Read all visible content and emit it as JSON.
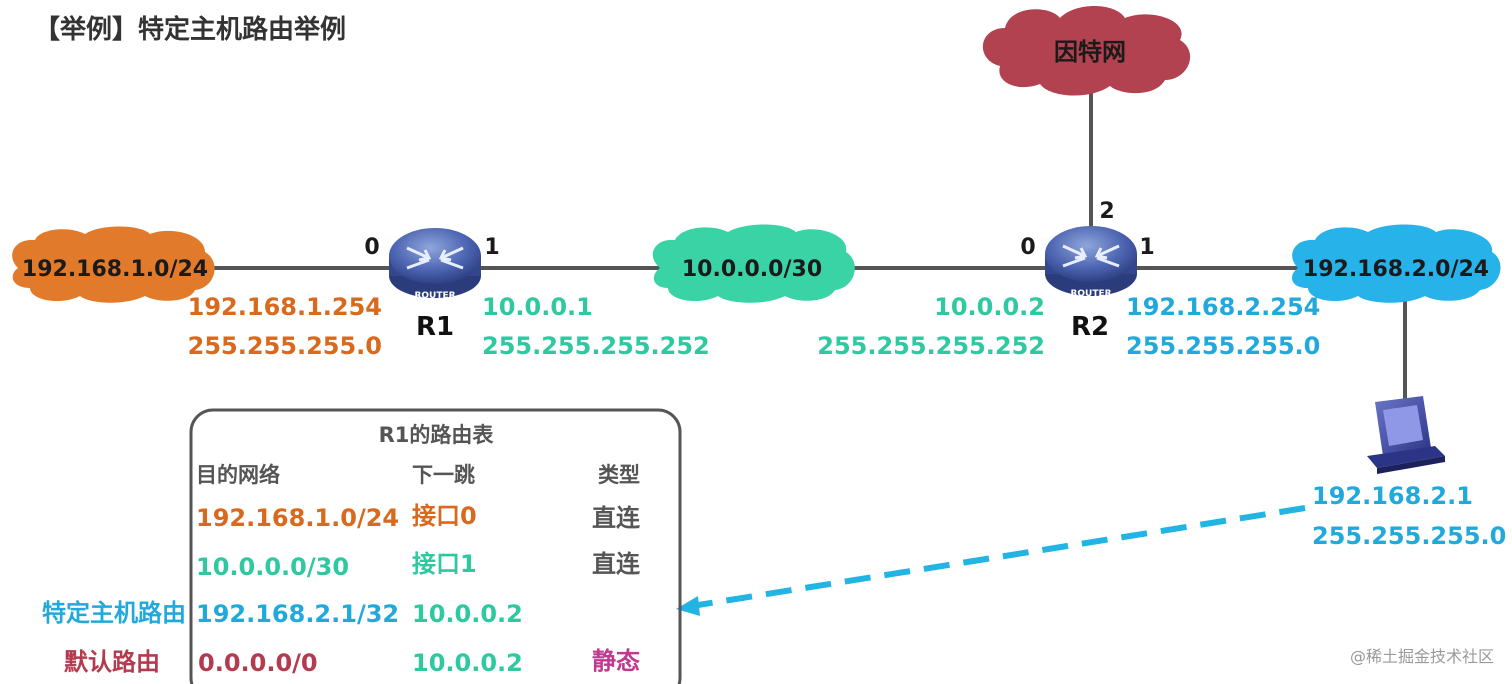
{
  "title": "【举例】特定主机路由举例",
  "internet_label": "因特网",
  "networks": {
    "left": "192.168.1.0/24",
    "middle": "10.0.0.0/30",
    "right": "192.168.2.0/24"
  },
  "r1": {
    "name": "R1",
    "device_text": "ROUTER",
    "port0": "0",
    "port1": "1",
    "if0_ip": "192.168.1.254",
    "if0_mask": "255.255.255.0",
    "if1_ip": "10.0.0.1",
    "if1_mask": "255.255.255.252"
  },
  "r2": {
    "name": "R2",
    "device_text": "ROUTER",
    "port0": "0",
    "port1": "1",
    "port2": "2",
    "if0_ip": "10.0.0.2",
    "if0_mask": "255.255.255.252",
    "if1_ip": "192.168.2.254",
    "if1_mask": "255.255.255.0"
  },
  "host": {
    "ip": "192.168.2.1",
    "mask": "255.255.255.0"
  },
  "routing_table": {
    "title": "R1的路由表",
    "headers": [
      "目的网络",
      "下一跳",
      "类型"
    ],
    "rows": [
      {
        "dest": "192.168.1.0/24",
        "next": "接口0",
        "type": "直连"
      },
      {
        "dest": "10.0.0.0/30",
        "next": "接口1",
        "type": "直连"
      },
      {
        "dest": "192.168.2.1/32",
        "next": "10.0.0.2",
        "type": ""
      },
      {
        "dest": "0.0.0.0/0",
        "next": "10.0.0.2",
        "type": "静态"
      }
    ],
    "side_labels": {
      "host_route": "特定主机路由",
      "default_route": "默认路由"
    }
  },
  "watermark": "@稀土掘金技术社区",
  "colors": {
    "orange": "#d9691c",
    "teal": "#2ec9a0",
    "blue": "#22a9dc",
    "crimson": "#b43a4e",
    "magenta": "#c0398f",
    "dark": "#333333"
  }
}
